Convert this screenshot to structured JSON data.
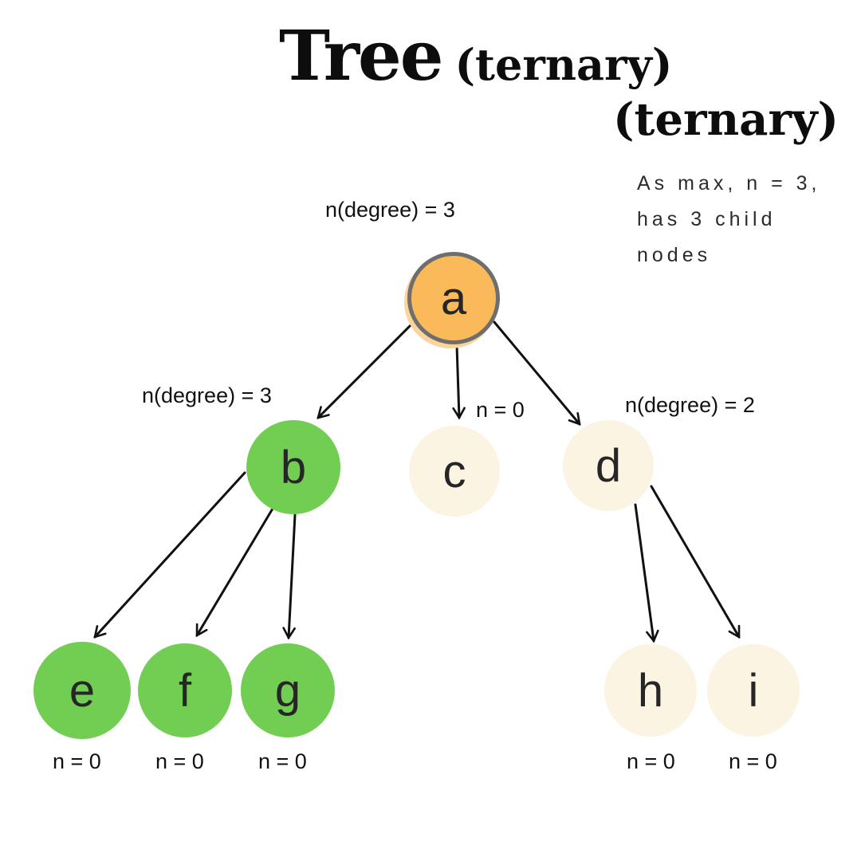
{
  "title": {
    "main": "Tree",
    "qualifier": "(ternary)",
    "secondary_qualifier": "(ternary)"
  },
  "annotation": {
    "line1": "As max, n = 3,",
    "line2": "has 3 child",
    "line3": "nodes"
  },
  "nodes": {
    "a": {
      "label": "a",
      "note": "n(degree) = 3",
      "type": "root"
    },
    "b": {
      "label": "b",
      "note": "n(degree) = 3",
      "type": "green"
    },
    "c": {
      "label": "c",
      "note": "n = 0",
      "type": "cream"
    },
    "d": {
      "label": "d",
      "note": "n(degree) = 2",
      "type": "cream"
    },
    "e": {
      "label": "e",
      "note": "n = 0",
      "type": "green"
    },
    "f": {
      "label": "f",
      "note": "n = 0",
      "type": "green"
    },
    "g": {
      "label": "g",
      "note": "n = 0",
      "type": "green"
    },
    "h": {
      "label": "h",
      "note": "n = 0",
      "type": "cream"
    },
    "i": {
      "label": "i",
      "note": "n = 0",
      "type": "cream"
    }
  },
  "edges": [
    {
      "from": "a",
      "to": "b"
    },
    {
      "from": "a",
      "to": "c"
    },
    {
      "from": "a",
      "to": "d"
    },
    {
      "from": "b",
      "to": "e"
    },
    {
      "from": "b",
      "to": "f"
    },
    {
      "from": "b",
      "to": "g"
    },
    {
      "from": "d",
      "to": "h"
    },
    {
      "from": "d",
      "to": "i"
    }
  ],
  "colors": {
    "root_fill": "#FBBA59",
    "root_border": "#6E6E6E",
    "green_fill": "#72CE52",
    "cream_fill": "#FCF4E3",
    "edge": "#111111",
    "text": "#111111"
  }
}
